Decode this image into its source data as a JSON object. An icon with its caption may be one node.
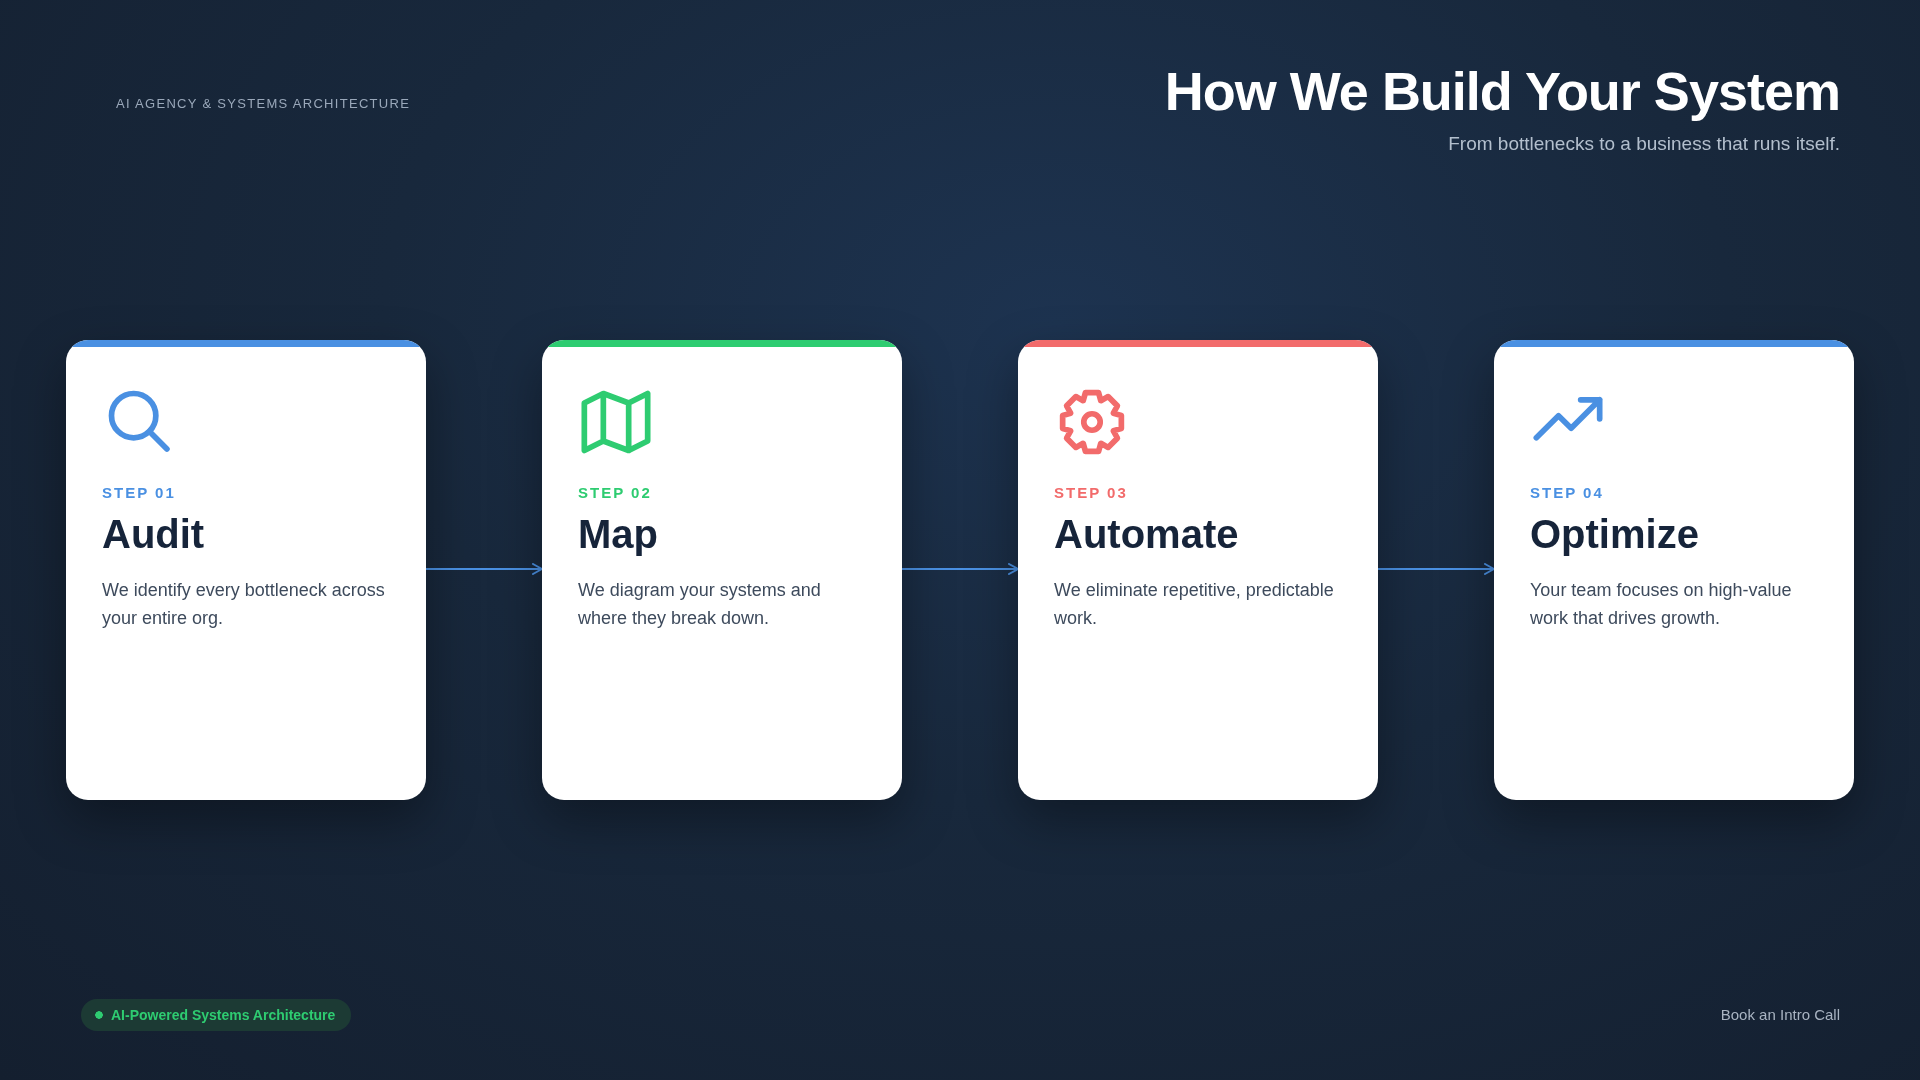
{
  "diagram": {
    "title": "How We Build Your System",
    "nodes": [
      {
        "text": [
          "STEP 01",
          "Audit",
          "We identify every bottleneck across your entire org."
        ]
      },
      {
        "text": [
          "STEP 02",
          "Map",
          "We diagram your systems and where they break down."
        ]
      },
      {
        "text": [
          "STEP 03",
          "Automate",
          "We eliminate repetitive, predictable work."
        ]
      },
      {
        "text": [
          "STEP 04",
          "Optimize",
          "Your team focuses on high-value work that drives growth."
        ]
      }
    ],
    "edges": [
      {
        "from": 0,
        "to": 1,
        "arrow": "to"
      },
      {
        "from": 1,
        "to": 2,
        "arrow": "to"
      },
      {
        "from": 2,
        "to": 3,
        "arrow": "to"
      }
    ],
    "labels": [
      "AI AGENCY & SYSTEMS ARCHITECTURE",
      "From bottlenecks to a business that runs itself.",
      "AI-Powered Systems Architecture",
      "Book an Intro Call"
    ]
  }
}
